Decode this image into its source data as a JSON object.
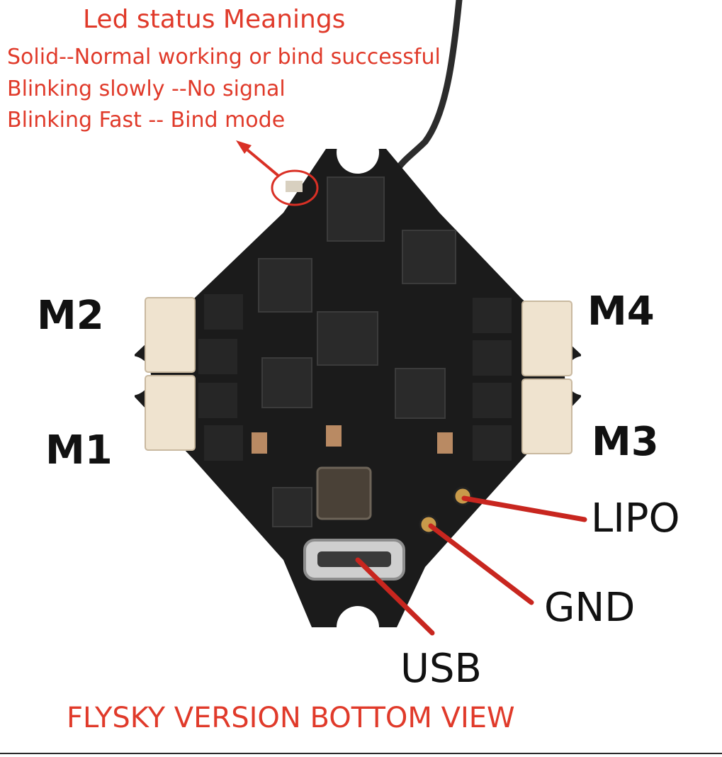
{
  "led_status": {
    "title": "Led status Meanings",
    "items": [
      "Solid--Normal working or bind successful",
      "Blinking slowly --No signal",
      "Blinking Fast -- Bind mode"
    ]
  },
  "motors": {
    "m1": "M1",
    "m2": "M2",
    "m3": "M3",
    "m4": "M4"
  },
  "ports": {
    "lipo": "LIPO",
    "gnd": "GND",
    "usb": "USB"
  },
  "footer": "FLYSKY VERSION BOTTOM VIEW",
  "colors": {
    "annotation": "#e03a2a",
    "board": "#1b1b1b",
    "connector": "#efe3cf"
  }
}
